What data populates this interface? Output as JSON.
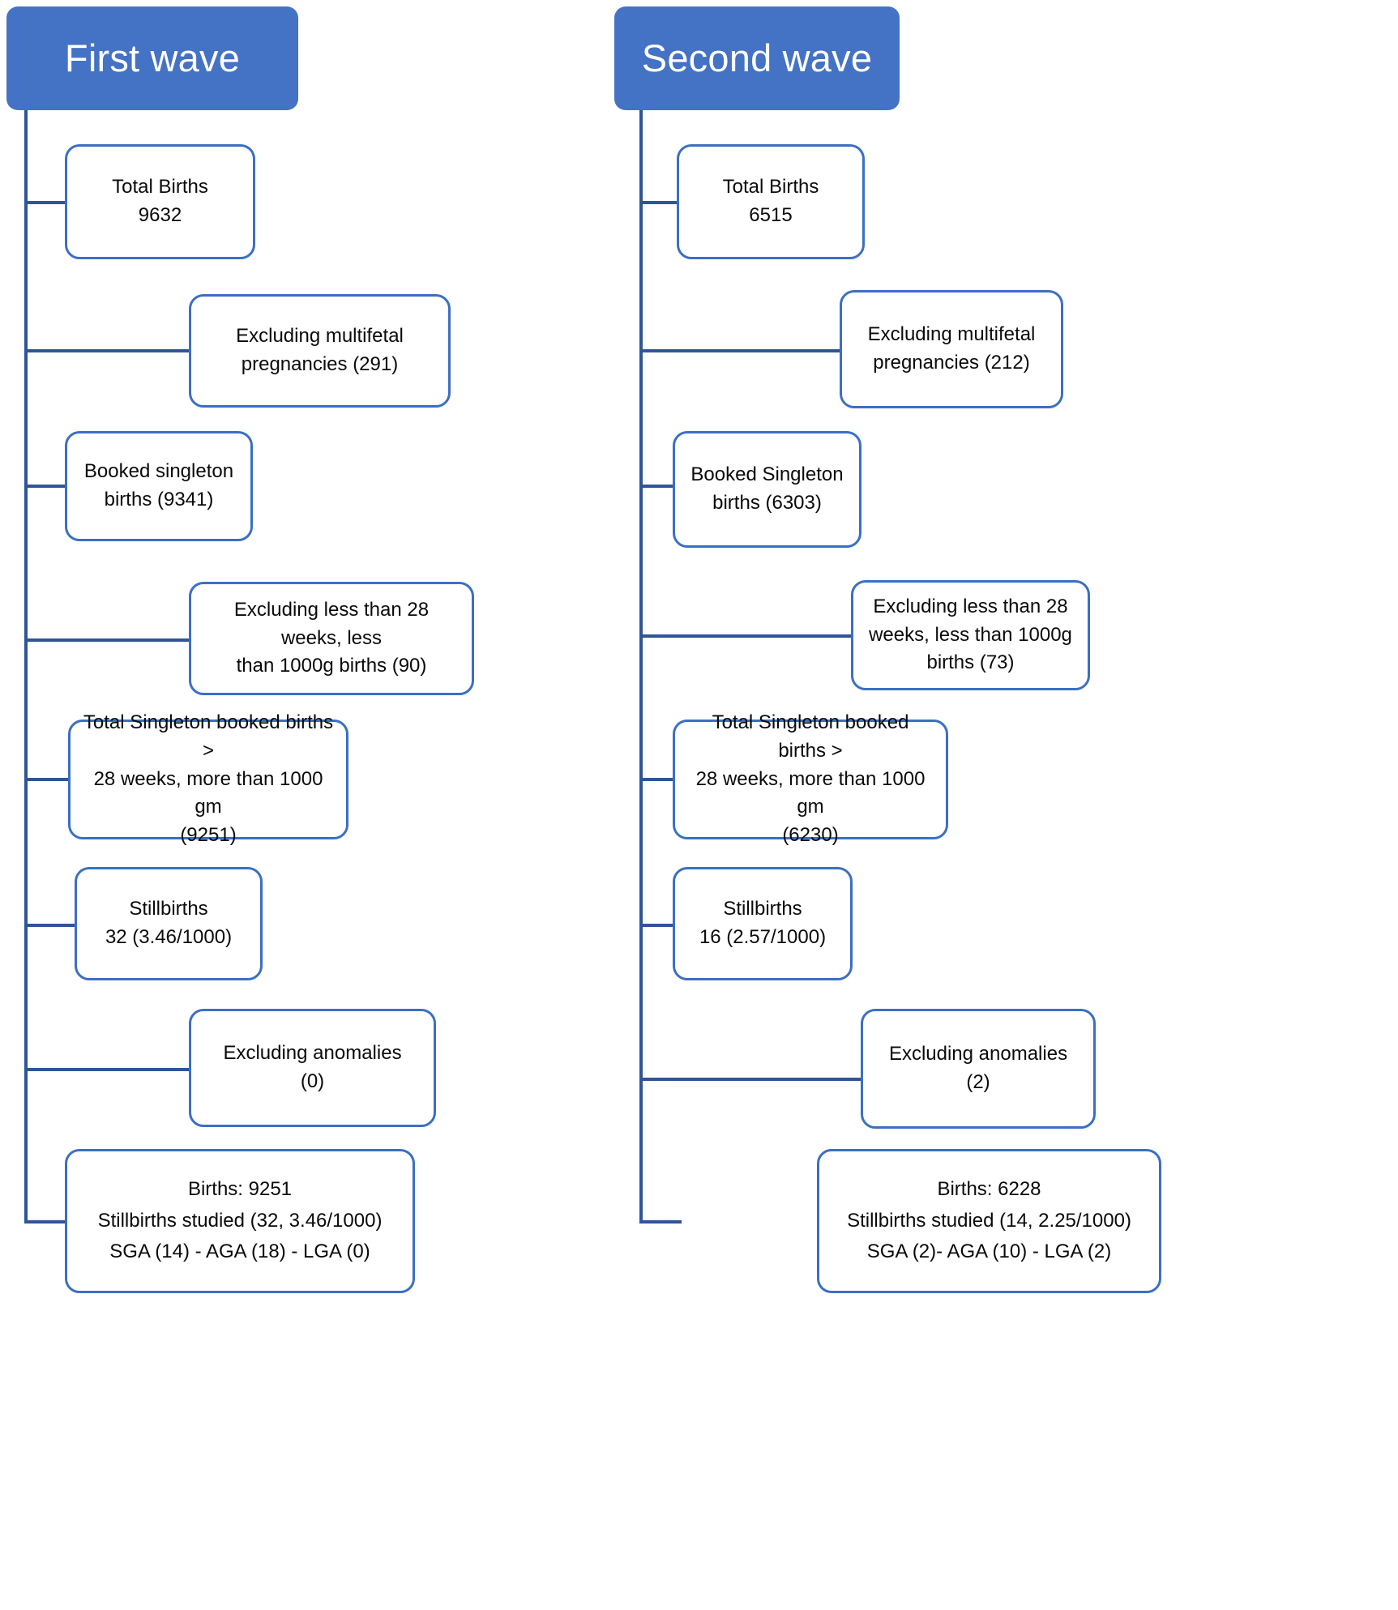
{
  "theme": {
    "header_fill": "#4472C4",
    "header_text": "#FFFFFF",
    "node_border": "#3B6FC4",
    "connector": "#2F5597",
    "page_background": "#FFFFFF",
    "node_fill": "#FFFFFF",
    "node_text": "#0A0A0A"
  },
  "chart_data": {
    "type": "diagram",
    "title": "Study flow diagram of births in the first and second COVID-19 waves",
    "diagram_kind": "flowchart",
    "columns": [
      {
        "id": "first-wave",
        "header": "First wave",
        "steps": [
          {
            "id": "total-births",
            "kind": "count",
            "text": "Total Births\n9632",
            "value": 9632
          },
          {
            "id": "exclude-multifetal",
            "kind": "exclusion",
            "text": "Excluding multifetal\npregnancies (291)",
            "value": 291
          },
          {
            "id": "booked-singleton",
            "kind": "count",
            "text": "Booked singleton\nbirths (9341)",
            "value": 9341
          },
          {
            "id": "exclude-preterm",
            "kind": "exclusion",
            "text": "Excluding less than 28 weeks, less\nthan 1000g births (90)",
            "value": 90
          },
          {
            "id": "total-eligible",
            "kind": "count",
            "text": "Total Singleton booked births >\n28 weeks, more than 1000 gm\n(9251)",
            "value": 9251
          },
          {
            "id": "stillbirths",
            "kind": "count",
            "text": "Stillbirths\n32 (3.46/1000)",
            "value": 32,
            "rate": 3.46
          },
          {
            "id": "exclude-anomalies",
            "kind": "exclusion",
            "text": "Excluding anomalies\n(0)",
            "value": 0
          },
          {
            "id": "summary",
            "kind": "summary",
            "text": "Births: 9251\nStillbirths studied (32, 3.46/1000)\nSGA (14) -  AGA  (18) - LGA (0)",
            "births": 9251,
            "stillbirths_studied": 32,
            "stillbirth_rate": 3.46,
            "sga": 14,
            "aga": 18,
            "lga": 0
          }
        ]
      },
      {
        "id": "second-wave",
        "header": "Second wave",
        "steps": [
          {
            "id": "total-births",
            "kind": "count",
            "text": "Total  Births\n6515",
            "value": 6515
          },
          {
            "id": "exclude-multifetal",
            "kind": "exclusion",
            "text": "Excluding multifetal\npregnancies (212)",
            "value": 212
          },
          {
            "id": "booked-singleton",
            "kind": "count",
            "text": "Booked Singleton\nbirths (6303)",
            "value": 6303
          },
          {
            "id": "exclude-preterm",
            "kind": "exclusion",
            "text": "Excluding less than 28\nweeks, less than 1000g\nbirths (73)",
            "value": 73
          },
          {
            "id": "total-eligible",
            "kind": "count",
            "text": "Total Singleton booked births >\n28 weeks, more than 1000 gm\n(6230)",
            "value": 6230
          },
          {
            "id": "stillbirths",
            "kind": "count",
            "text": "Stillbirths\n16 (2.57/1000)",
            "value": 16,
            "rate": 2.57
          },
          {
            "id": "exclude-anomalies",
            "kind": "exclusion",
            "text": "Excluding anomalies\n(2)",
            "value": 2
          },
          {
            "id": "summary",
            "kind": "summary",
            "text": "Births: 6228\nStillbirths studied (14, 2.25/1000)\nSGA (2)-  AGA (10) - LGA (2)",
            "births": 6228,
            "stillbirths_studied": 14,
            "stillbirth_rate": 2.25,
            "sga": 2,
            "aga": 10,
            "lga": 2
          }
        ]
      }
    ]
  }
}
